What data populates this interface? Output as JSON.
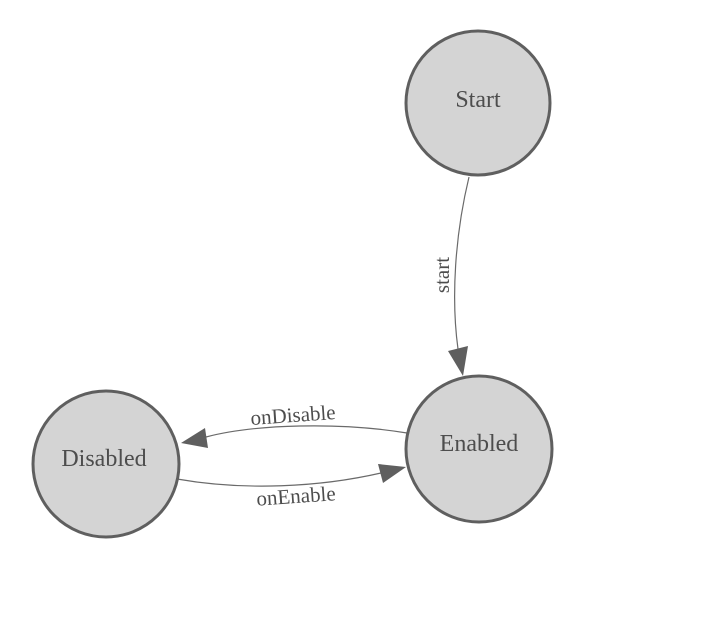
{
  "diagram": {
    "type": "state-machine",
    "nodes": [
      {
        "id": "start",
        "label": "Start"
      },
      {
        "id": "enabled",
        "label": "Enabled"
      },
      {
        "id": "disabled",
        "label": "Disabled"
      }
    ],
    "edges": [
      {
        "from": "Start",
        "to": "Enabled",
        "label": "start"
      },
      {
        "from": "Enabled",
        "to": "Disabled",
        "label": "onDisable"
      },
      {
        "from": "Disabled",
        "to": "Enabled",
        "label": "onEnable"
      }
    ],
    "colors": {
      "node_fill": "#d4d4d4",
      "node_stroke": "#5f5f5f",
      "edge_stroke": "#6a6a6a",
      "arrow_fill": "#5f5f5f",
      "text_color": "#4d4d4d",
      "background": "#ffffff"
    }
  }
}
